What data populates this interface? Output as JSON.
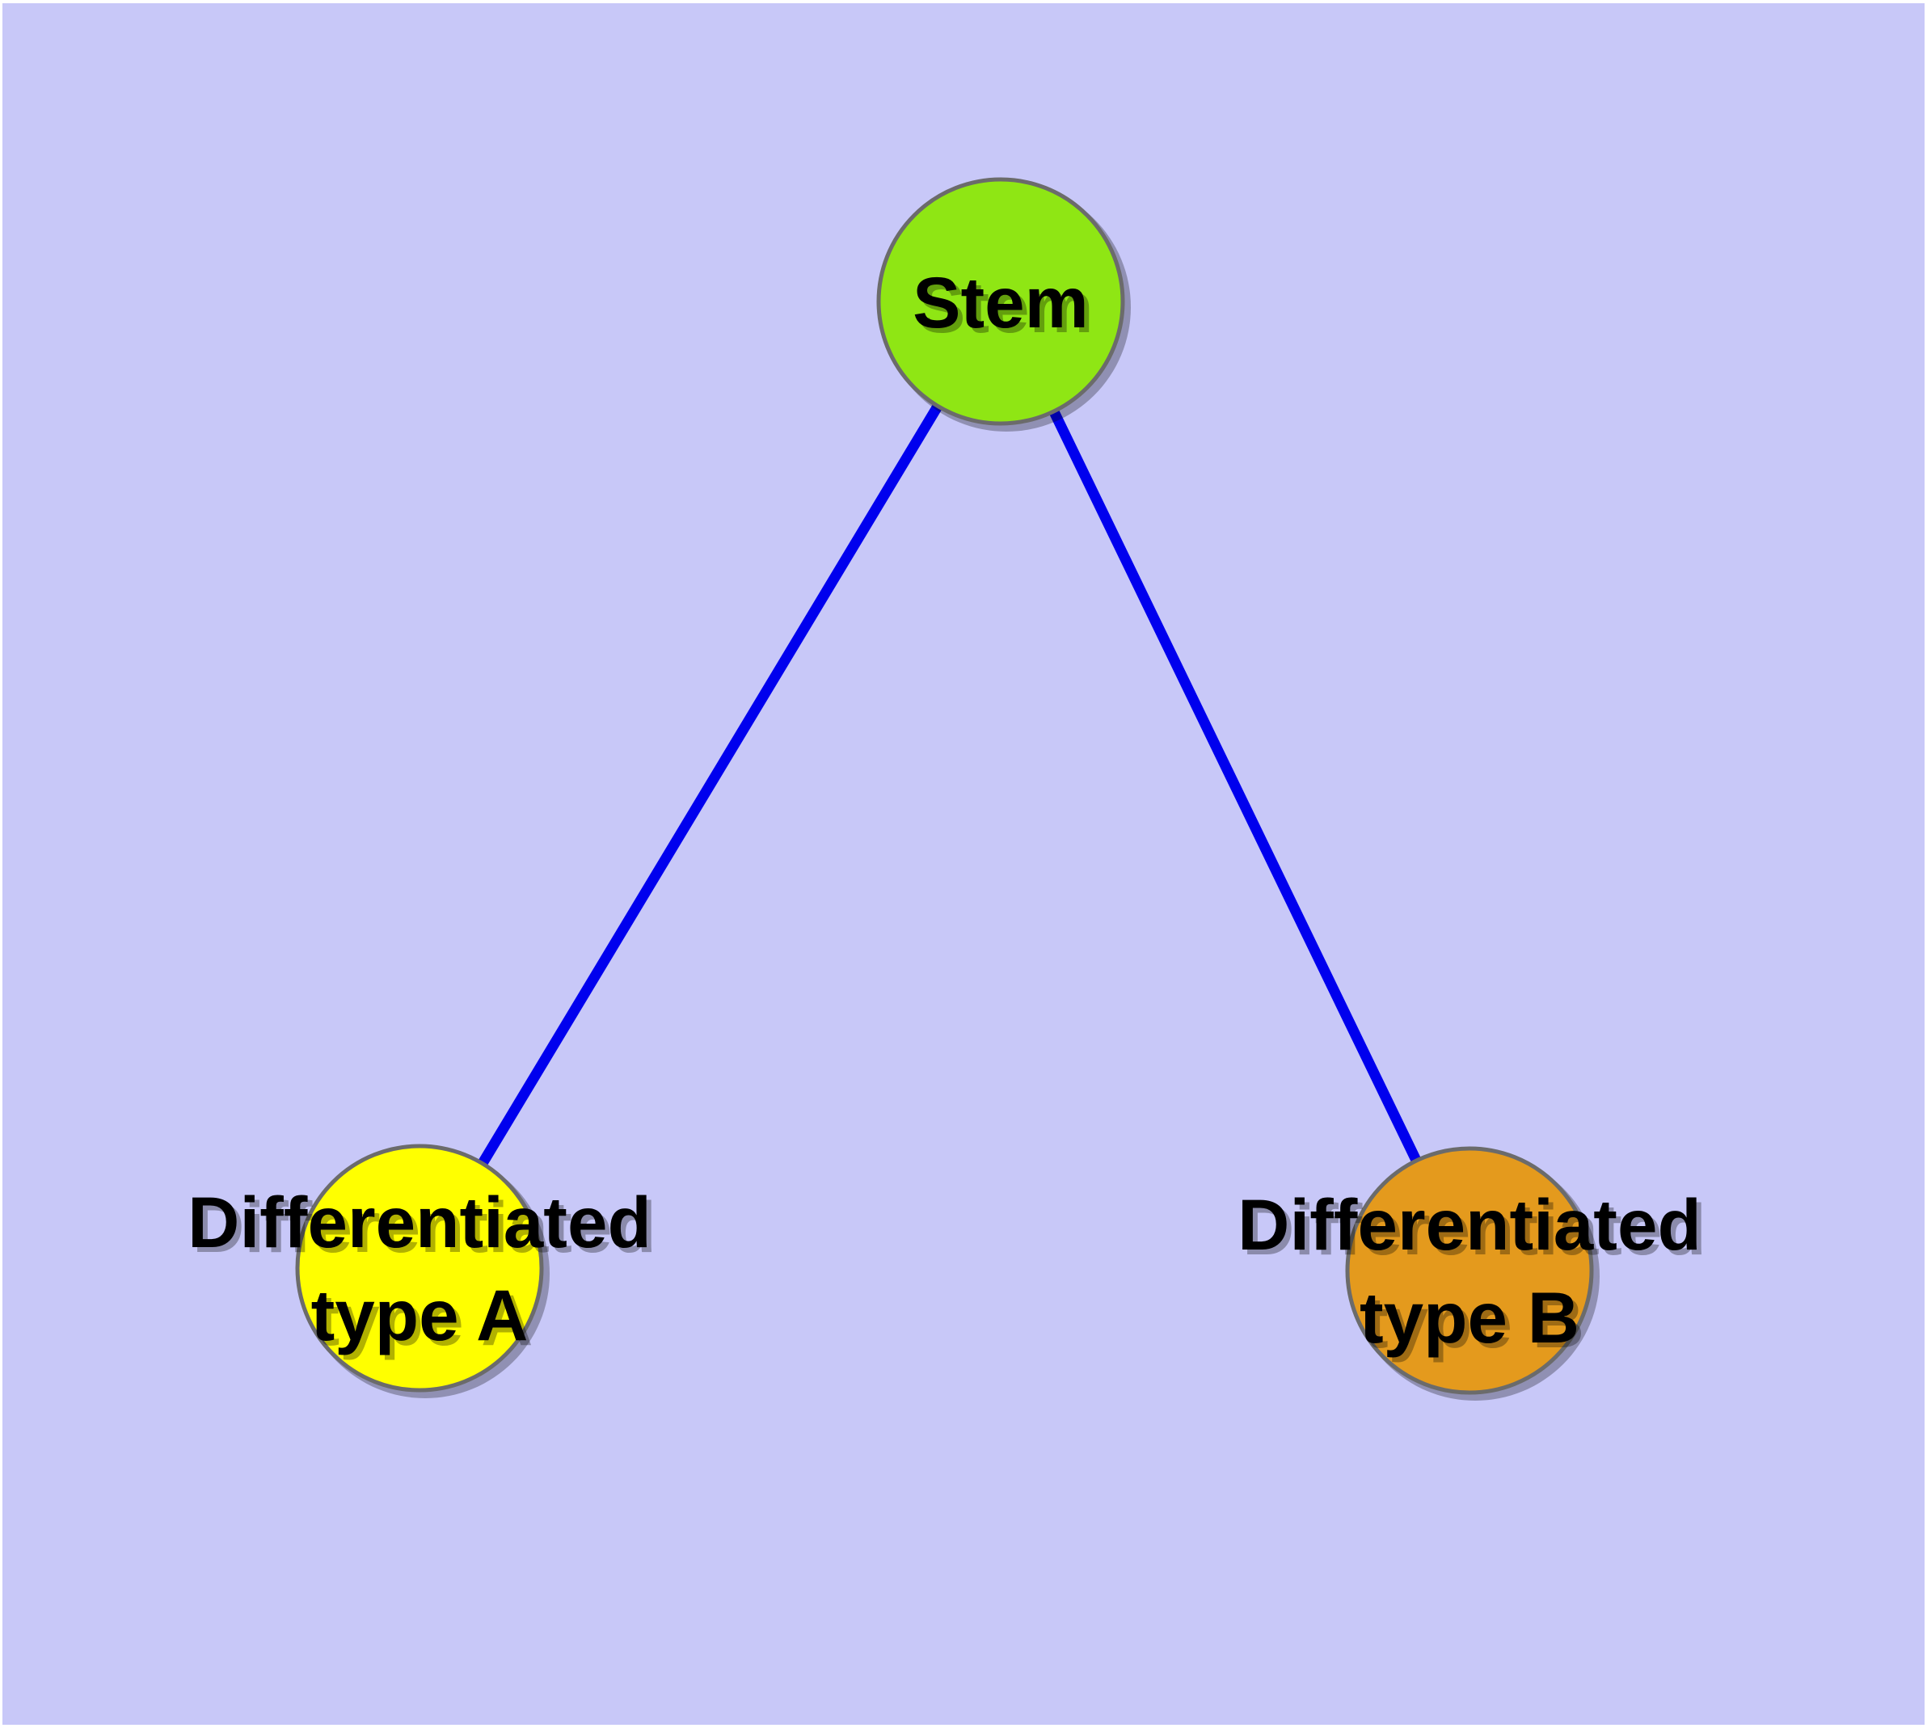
{
  "diagram": {
    "type": "graph",
    "background_color": "#C8C8F8",
    "frame_color": "#FFFFFF",
    "edge_color": "#0000EE",
    "node_border_color": "#6B6B6B",
    "label_color": "#000000",
    "nodes": [
      {
        "id": "stem",
        "label": "Stem",
        "lines": [
          "Stem"
        ],
        "fill": "#8FE614",
        "shape": "circle"
      },
      {
        "id": "differentiated-type-a",
        "label": "Differentiated type A",
        "lines": [
          "Differentiated",
          "type A"
        ],
        "fill": "#FFFF00",
        "shape": "circle"
      },
      {
        "id": "differentiated-type-b",
        "label": "Differentiated type B",
        "lines": [
          "Differentiated",
          "type B"
        ],
        "fill": "#E49A1D",
        "shape": "circle"
      }
    ],
    "edges": [
      {
        "from": "Stem",
        "to": "Differentiated type A"
      },
      {
        "from": "Stem",
        "to": "Differentiated type B"
      }
    ]
  }
}
